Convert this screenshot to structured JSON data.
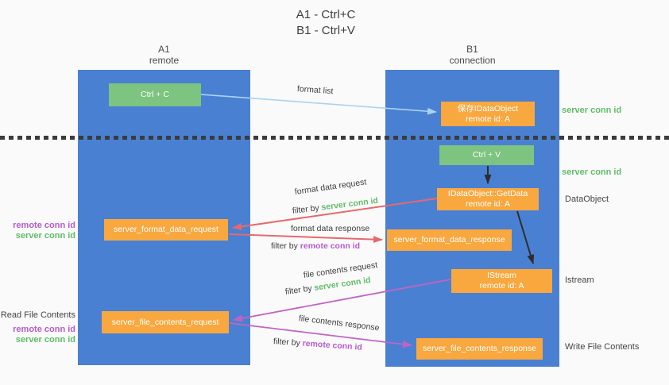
{
  "title": {
    "line1": "A1 - Ctrl+C",
    "line2": "B1 - Ctrl+V"
  },
  "lanes": {
    "left": {
      "name": "A1",
      "sub": "remote"
    },
    "right": {
      "name": "B1",
      "sub": "connection"
    }
  },
  "nodes": {
    "ctrl_c": "Ctrl + C",
    "ctrl_v": "Ctrl + V",
    "save_idataobject": {
      "line1": "保存IDataObject",
      "line2": "remote id: A"
    },
    "getdata": {
      "line1": "IDataObject::GetData",
      "line2": "remote id: A"
    },
    "istream": {
      "line1": "IStream",
      "line2": "remote id: A"
    },
    "server_format_data_request": "server_format_data_request",
    "server_format_data_response": "server_format_data_response",
    "server_file_contents_request": "server_file_contents_request",
    "server_file_contents_response": "server_file_contents_response"
  },
  "edge_labels": {
    "format_list": "format list",
    "format_data_request": "format data request",
    "format_data_response": "format data response",
    "file_contents_request": "file contents request",
    "file_contents_response": "file contents response",
    "filter_by": "filter by ",
    "server_conn_id": "server conn id",
    "remote_conn_id": "remote conn id"
  },
  "side_labels": {
    "server_conn_id_top": "server conn id",
    "server_conn_id_mid": "server conn id",
    "dataobject": "DataObject",
    "istream": "Istream",
    "write_file_contents": "Write File Contents",
    "read_file_contents": "Read File Contents",
    "remote_conn_id": "remote conn id",
    "server_conn_id": "server conn id"
  },
  "colors": {
    "lane_blue": "#4a80d2",
    "node_green": "#7cc47f",
    "node_orange": "#f8a83f",
    "arrow_light_blue": "#a9d3f2",
    "arrow_red": "#e7696b",
    "arrow_purple": "#c263c4",
    "arrow_black": "#2d2d2d",
    "id_green": "#5fbd68",
    "id_purple": "#b55bcb"
  }
}
